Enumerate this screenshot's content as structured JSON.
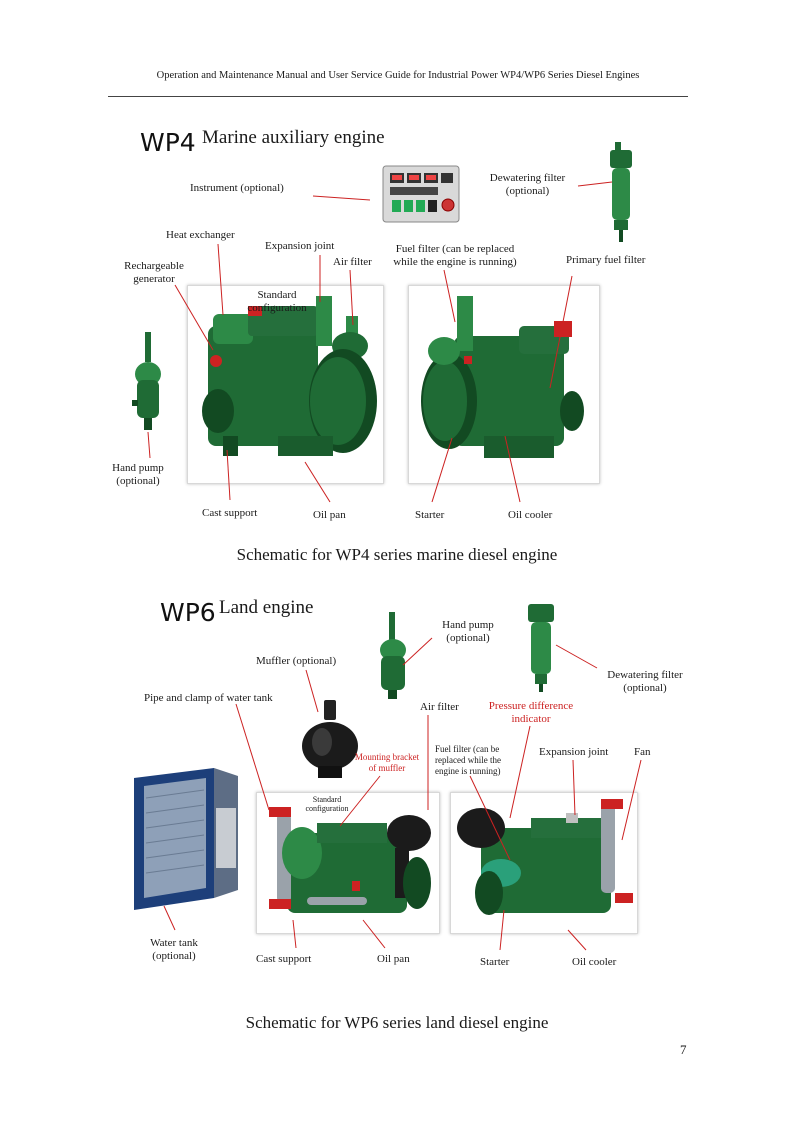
{
  "header": "Operation and Maintenance Manual and User Service Guide for Industrial Power WP4/WP6 Series Diesel Engines",
  "page_number": "7",
  "wp4": {
    "model": "WP4",
    "title": "Marine auxiliary engine",
    "labels": {
      "instrument": "Instrument (optional)",
      "dewatering_1": "Dewatering filter",
      "dewatering_2": "(optional)",
      "heat_exchanger": "Heat exchanger",
      "expansion_joint": "Expansion joint",
      "air_filter": "Air filter",
      "fuel_filter_1": "Fuel filter (can be replaced",
      "fuel_filter_2": "while the engine is running)",
      "primary_fuel_filter": "Primary fuel filter",
      "generator_1": "Rechargeable",
      "generator_2": "generator",
      "standard_1": "Standard",
      "standard_2": "configuration",
      "hand_pump_1": "Hand pump",
      "hand_pump_2": "(optional)",
      "cast_support": "Cast support",
      "oil_pan": "Oil pan",
      "starter": "Starter",
      "oil_cooler": "Oil cooler"
    },
    "caption": "Schematic for WP4 series marine diesel engine"
  },
  "wp6": {
    "model": "WP6",
    "title": "Land engine",
    "labels": {
      "hand_pump_1": "Hand pump",
      "hand_pump_2": "(optional)",
      "muffler": "Muffler (optional)",
      "dewatering_1": "Dewatering filter",
      "dewatering_2": "(optional)",
      "pipe_clamp": "Pipe and clamp of water tank",
      "air_filter": "Air filter",
      "pressure_1": "Pressure difference",
      "pressure_2": "indicator",
      "mounting_1": "Mounting bracket",
      "mounting_2": "of muffler",
      "fuel_filter_1": "Fuel filter (can be",
      "fuel_filter_2": "replaced while the",
      "fuel_filter_3": "engine is running)",
      "expansion_joint": "Expansion joint",
      "fan": "Fan",
      "standard_1": "Standard",
      "standard_2": "configuration",
      "water_tank_1": "Water tank",
      "water_tank_2": "(optional)",
      "cast_support": "Cast support",
      "oil_pan": "Oil pan",
      "starter": "Starter",
      "oil_cooler": "Oil cooler"
    },
    "caption": "Schematic for WP6 series land diesel engine"
  },
  "colors": {
    "engine_green": "#1f6b35",
    "engine_dark": "#124a22",
    "accent_red": "#cc2222",
    "callout_red": "#cc2222"
  }
}
